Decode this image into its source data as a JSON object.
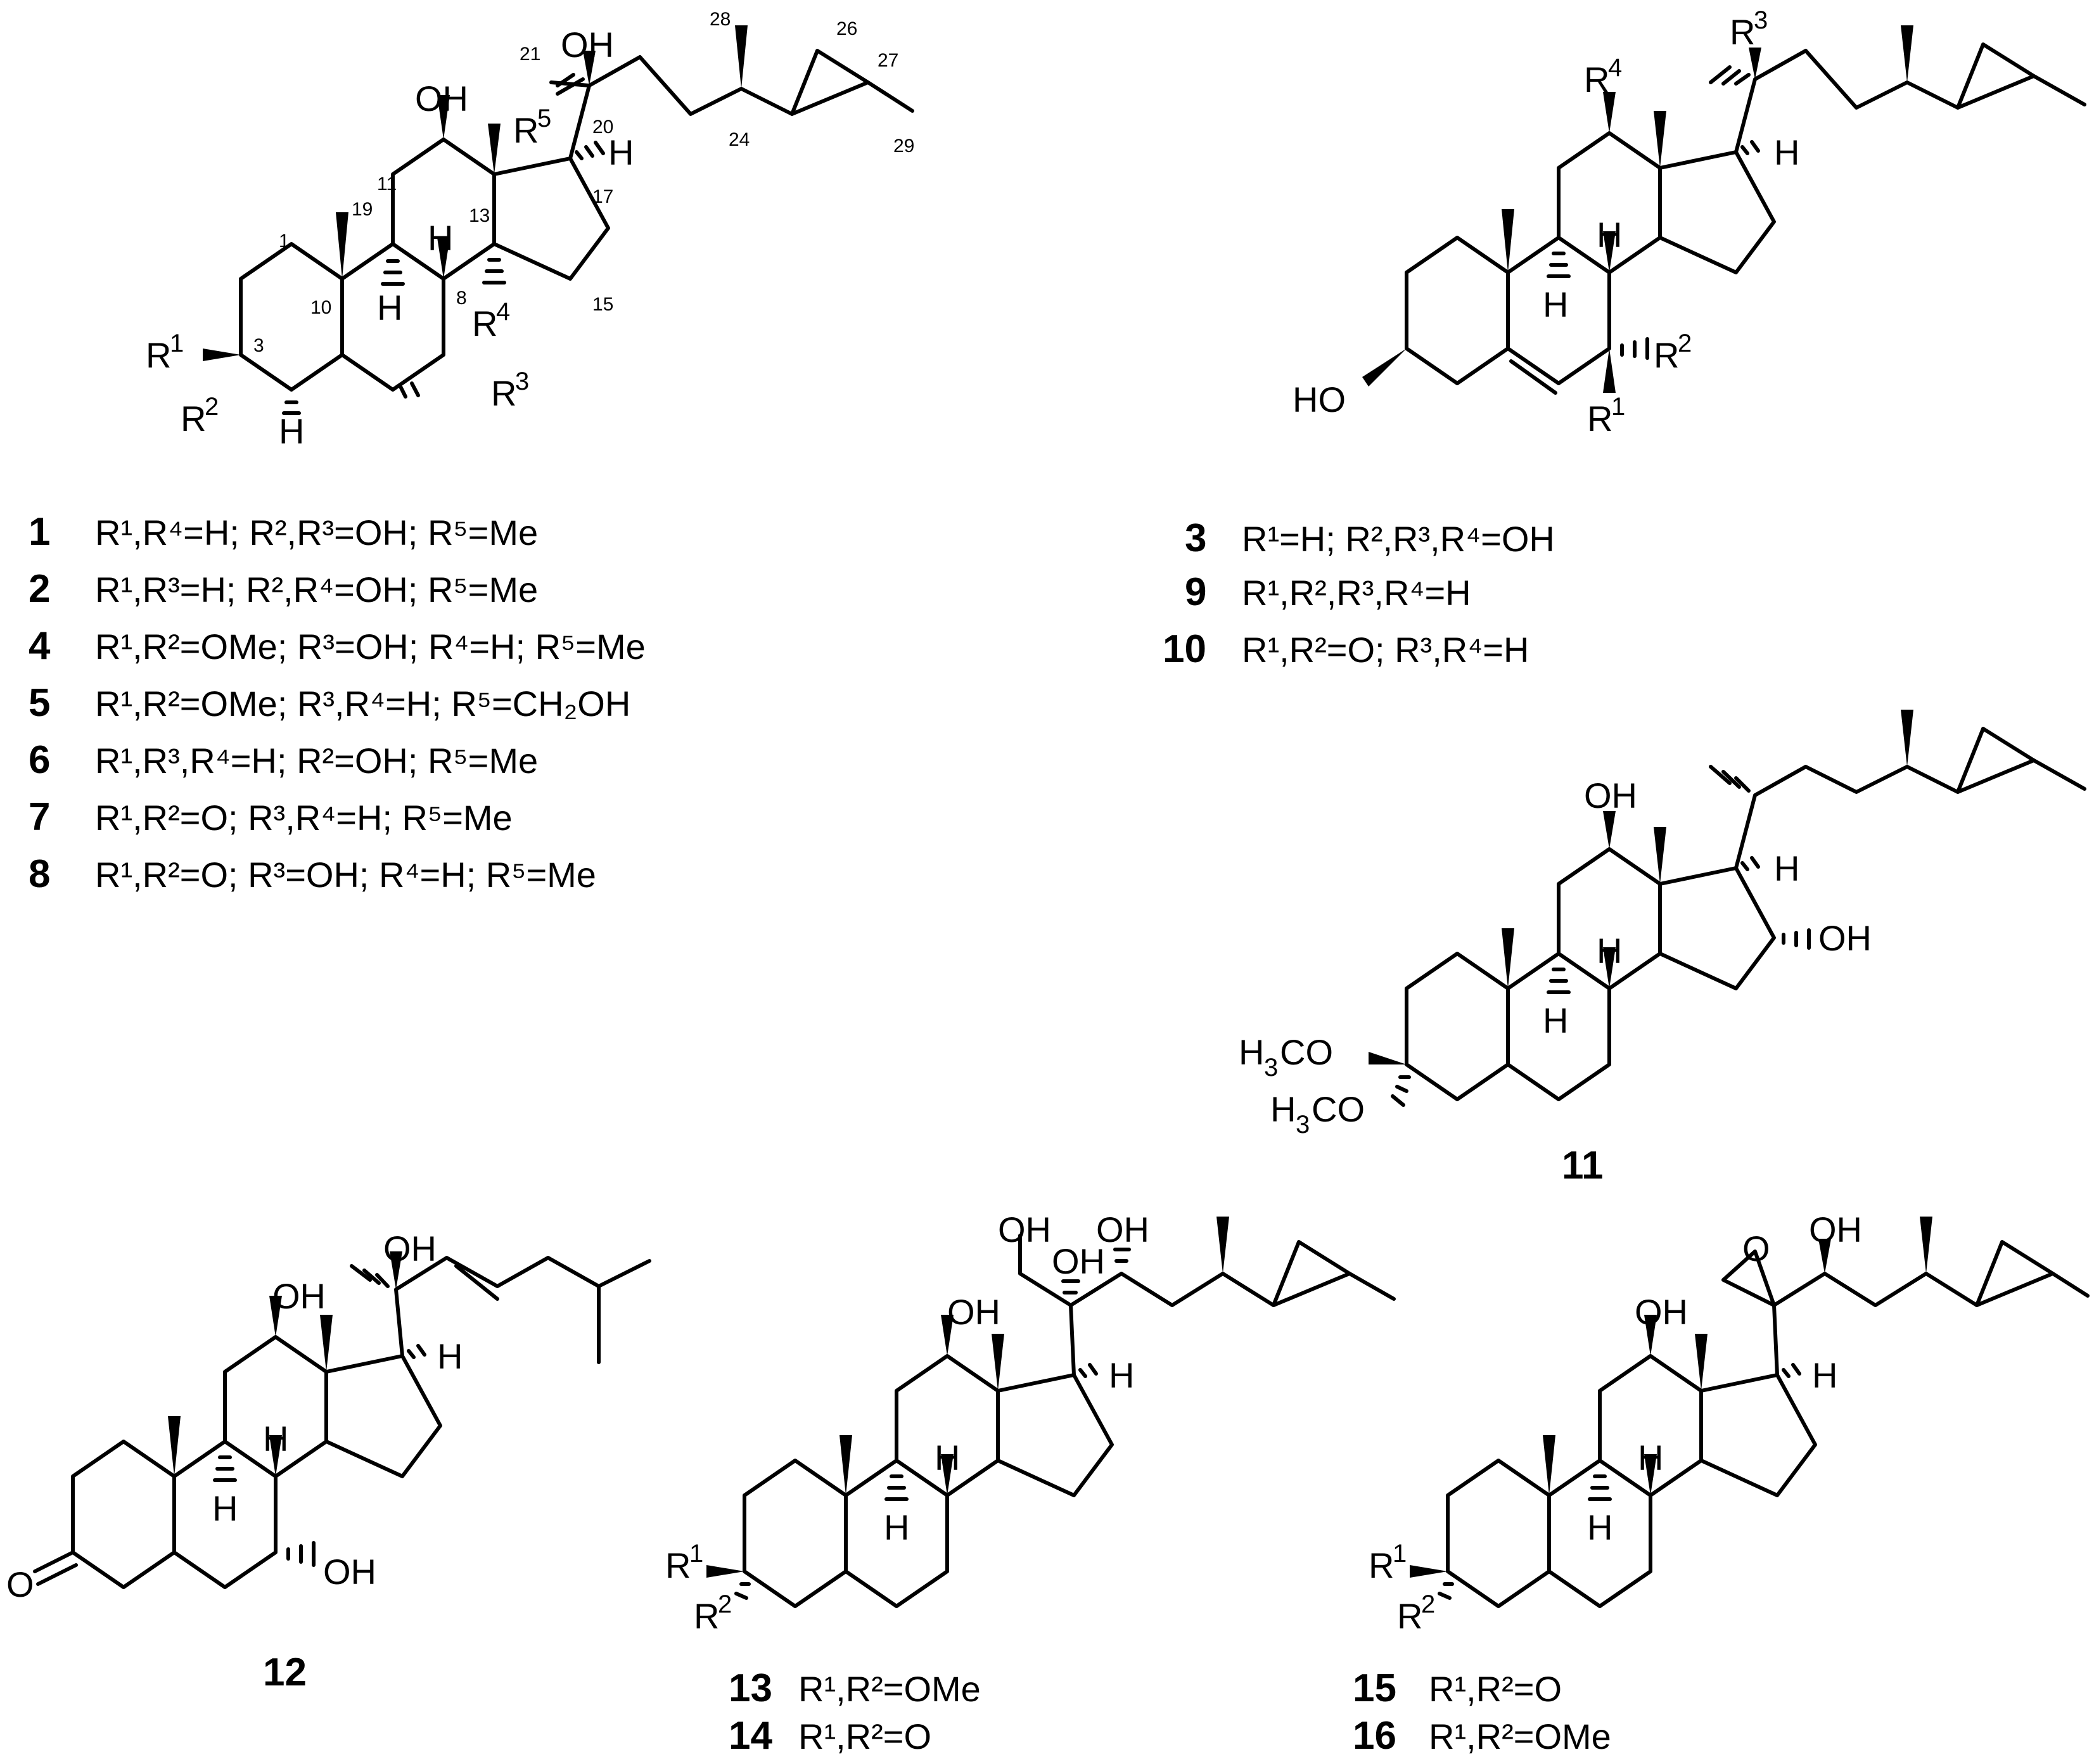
{
  "compound_numbers": [
    "1",
    "2",
    "3",
    "4",
    "5",
    "6",
    "7",
    "8",
    "9",
    "10",
    "11",
    "12",
    "13",
    "14",
    "15",
    "16"
  ],
  "atom_labels": {
    "oh": "OH",
    "ho": "HO",
    "h": "H",
    "o": "O",
    "h3co_a": "H",
    "h3co_b": "3",
    "h3co_c": "CO",
    "r_letter": "R",
    "r1": "1",
    "r2": "2",
    "r3": "3",
    "r4": "4",
    "r5": "5"
  },
  "carbon_numbers": [
    "1",
    "3",
    "8",
    "10",
    "11",
    "13",
    "15",
    "17",
    "19",
    "20",
    "21",
    "24",
    "26",
    "27",
    "28",
    "29"
  ],
  "legend_1_8": [
    {
      "num": "1",
      "text": "R¹,R⁴=H; R²,R³=OH; R⁵=Me"
    },
    {
      "num": "2",
      "text": "R¹,R³=H; R²,R⁴=OH; R⁵=Me"
    },
    {
      "num": "4",
      "text": "R¹,R²=OMe; R³=OH; R⁴=H; R⁵=Me"
    },
    {
      "num": "5",
      "text": "R¹,R²=OMe; R³,R⁴=H; R⁵=CH₂OH"
    },
    {
      "num": "6",
      "text": "R¹,R³,R⁴=H; R²=OH; R⁵=Me"
    },
    {
      "num": "7",
      "text": "R¹,R²=O; R³,R⁴=H; R⁵=Me"
    },
    {
      "num": "8",
      "text": "R¹,R²=O; R³=OH; R⁴=H; R⁵=Me"
    }
  ],
  "legend_3_9_10": [
    {
      "num": "3",
      "text": "R¹=H; R²,R³,R⁴=OH"
    },
    {
      "num": "9",
      "text": "R¹,R²,R³,R⁴=H"
    },
    {
      "num": "10",
      "text": "R¹,R²=O; R³,R⁴=H"
    }
  ],
  "legend_13_14": [
    {
      "num": "13",
      "text": "R¹,R²=OMe"
    },
    {
      "num": "14",
      "text": "R¹,R²=O"
    }
  ],
  "legend_15_16": [
    {
      "num": "15",
      "text": "R¹,R²=O"
    },
    {
      "num": "16",
      "text": "R¹,R²=OMe"
    }
  ]
}
